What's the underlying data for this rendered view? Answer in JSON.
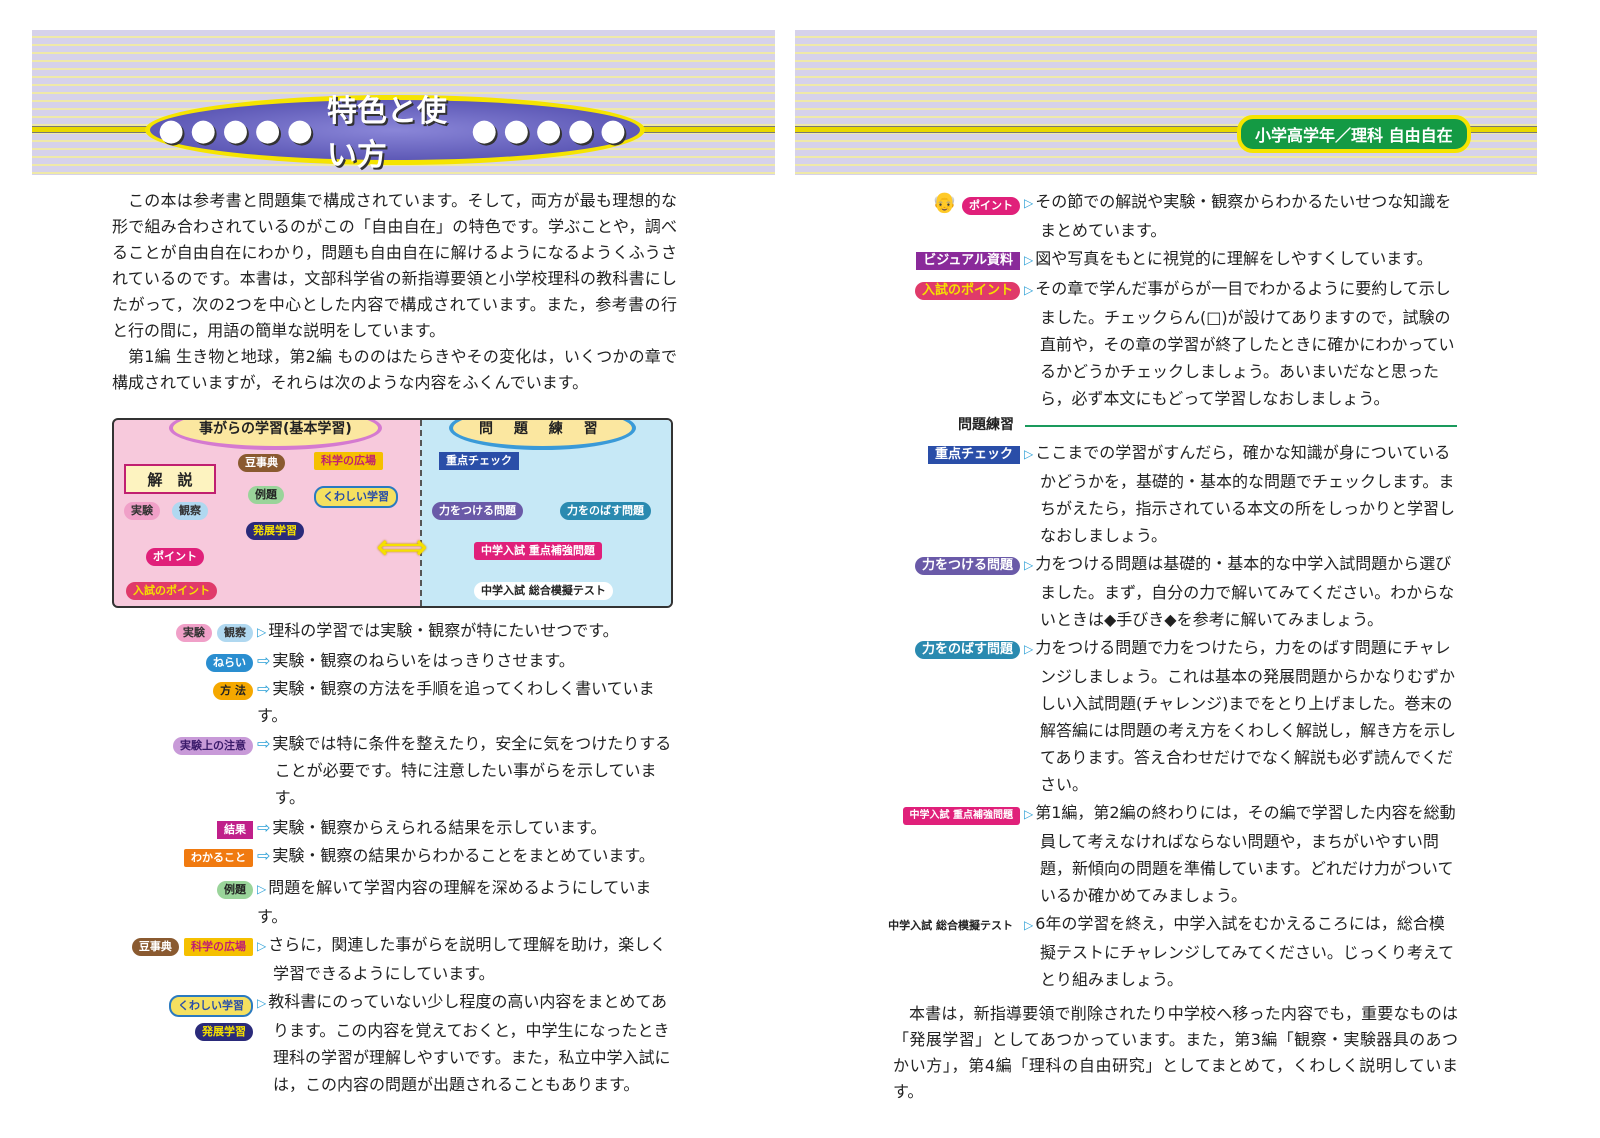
{
  "left": {
    "title": "特色と使い方",
    "intro": [
      "この本は参考書と問題集で構成されています。そして，両方が最も理想的な形で組み合わされているのがこの「自由自在」の特色です。学ぶことや，調べることが自由自在にわかり，問題も自由自在に解けるようになるようくふうされているのです。本書は，文部科学省の新指導要領と小学校理科の教科書にしたがって，次の2つを中心とした内容で構成されています。また，参考書の行と行の間に，用語の簡単な説明をしています。",
      "第1編 生き物と地球，第2編 もののはたらきやその変化は，いくつかの章で構成されていますが，それらは次のような内容をふくんでいます。"
    ],
    "diagram": {
      "left_head": "事がらの学習(基本学習)",
      "right_head": "問 題 練 習",
      "kaisetsu": "解　説",
      "mamejiten": "豆事典",
      "kagaku": "科学の広場",
      "reidai": "例題",
      "kuwashii": "くわしい学習",
      "jikken": "実験",
      "kansatsu": "観察",
      "hatten": "発展学習",
      "point": "ポイント",
      "nyushi_point": "入試のポイント",
      "juten": "重点チェック",
      "tsukeru": "力をつける問題",
      "nobasu": "力をのばす問題",
      "hokyo": "中学入試 重点補強問題",
      "sogo": "中学入試 総合模擬テスト"
    },
    "legend": [
      {
        "labels": [
          "実験",
          "観察"
        ],
        "text": "理科の学習では実験・観察が特にたいせつです。",
        "color": "#f0a0c8"
      },
      {
        "labels": [
          "ねらい"
        ],
        "text": "実験・観察のねらいをはっきりさせます。",
        "color": "#2a8ed0"
      },
      {
        "labels": [
          "方 法"
        ],
        "text": "実験・観察の方法を手順を追ってくわしく書いています。",
        "color": "#f5a800"
      },
      {
        "labels": [
          "実験上の注意"
        ],
        "text": "実験では特に条件を整えたり，安全に気をつけたりすることが必要です。特に注意したい事がらを示しています。",
        "color": "#c89ad8"
      },
      {
        "labels": [
          "結果"
        ],
        "text": "実験・観察からえられる結果を示しています。",
        "color": "#c0208a"
      },
      {
        "labels": [
          "わかること"
        ],
        "text": "実験・観察の結果からわかることをまとめています。",
        "color": "#f07a10"
      },
      {
        "labels": [
          "例題"
        ],
        "text": "問題を解いて学習内容の理解を深めるようにしています。",
        "color": "#9ad49a"
      },
      {
        "labels": [
          "豆事典",
          "科学の広場"
        ],
        "text": "さらに，関連した事がらを説明して理解を助け，楽しく学習できるようにしています。",
        "color": "#8a5a30"
      },
      {
        "labels": [
          "くわしい学習",
          "発展学習"
        ],
        "text": "教科書にのっていない少し程度の高い内容をまとめてあります。この内容を覚えておくと，中学生になったとき理科の学習が理解しやすいです。また，私立中学入試には，この内容の問題が出題されることもあります。",
        "color": "#2a7ac0"
      }
    ]
  },
  "right": {
    "header_badge": "小学高学年／理科 自由自在",
    "items": [
      {
        "label": "ポイント",
        "text": "その節での解説や実験・観察からわかるたいせつな知識をまとめています。",
        "color": "#e0207a"
      },
      {
        "label": "ビジュアル資料",
        "text": "図や写真をもとに視覚的に理解をしやすくしています。",
        "color": "#8a2a9a"
      },
      {
        "label": "入試のポイント",
        "text": "その章で学んだ事がらが一目でわかるように要約して示しました。チェックらん(□)が設けてありますので，試験の直前や，その章の学習が終了したときに確かにわかっているかどうかチェックしましょう。あいまいだなと思ったら，必ず本文にもどって学習しなおしましょう。",
        "color": "#e03a6a"
      }
    ],
    "section_label": "問題練習",
    "practice": [
      {
        "label": "重点チェック",
        "text": "ここまでの学習がすんだら，確かな知識が身についているかどうかを，基礎的・基本的な問題でチェックします。まちがえたら，指示されている本文の所をしっかりと学習しなおしましょう。",
        "color": "#2a4ea8"
      },
      {
        "label": "力をつける問題",
        "text": "力をつける問題は基礎的・基本的な中学入試問題から選びました。まず，自分の力で解いてみてください。わからないときは◆手びき◆を参考に解いてみましょう。",
        "color": "#6a5aa8"
      },
      {
        "label": "力をのばす問題",
        "text": "力をつける問題で力をつけたら，力をのばす問題にチャレンジしましょう。これは基本の発展問題からかなりむずかしい入試問題(チャレンジ)までをとり上げました。巻末の解答編には問題の考え方をくわしく解説し，解き方を示してあります。答え合わせだけでなく解説も必ず読んでください。",
        "color": "#2a8ab0"
      },
      {
        "label": "中学入試 重点補強問題",
        "text": "第1編，第2編の終わりには，その編で学習した内容を総動員して考えなければならない問題や，まちがいやすい問題，新傾向の問題を準備しています。どれだけ力がついているか確かめてみましょう。",
        "color": "#e0207a"
      },
      {
        "label": "中学入試 総合模擬テスト",
        "text": "6年の学習を終え，中学入試をむかえるころには，総合模擬テストにチャレンジしてみてください。じっくり考えてとり組みましょう。",
        "color": "#2a8ad0"
      }
    ],
    "closing": "本書は，新指導要領で削除されたり中学校へ移った内容でも，重要なものは「発展学習」としてあつかっています。また，第3編「観察・実験器具のあつかい方」，第4編「理科の自由研究」としてまとめて，くわしく説明しています。"
  }
}
